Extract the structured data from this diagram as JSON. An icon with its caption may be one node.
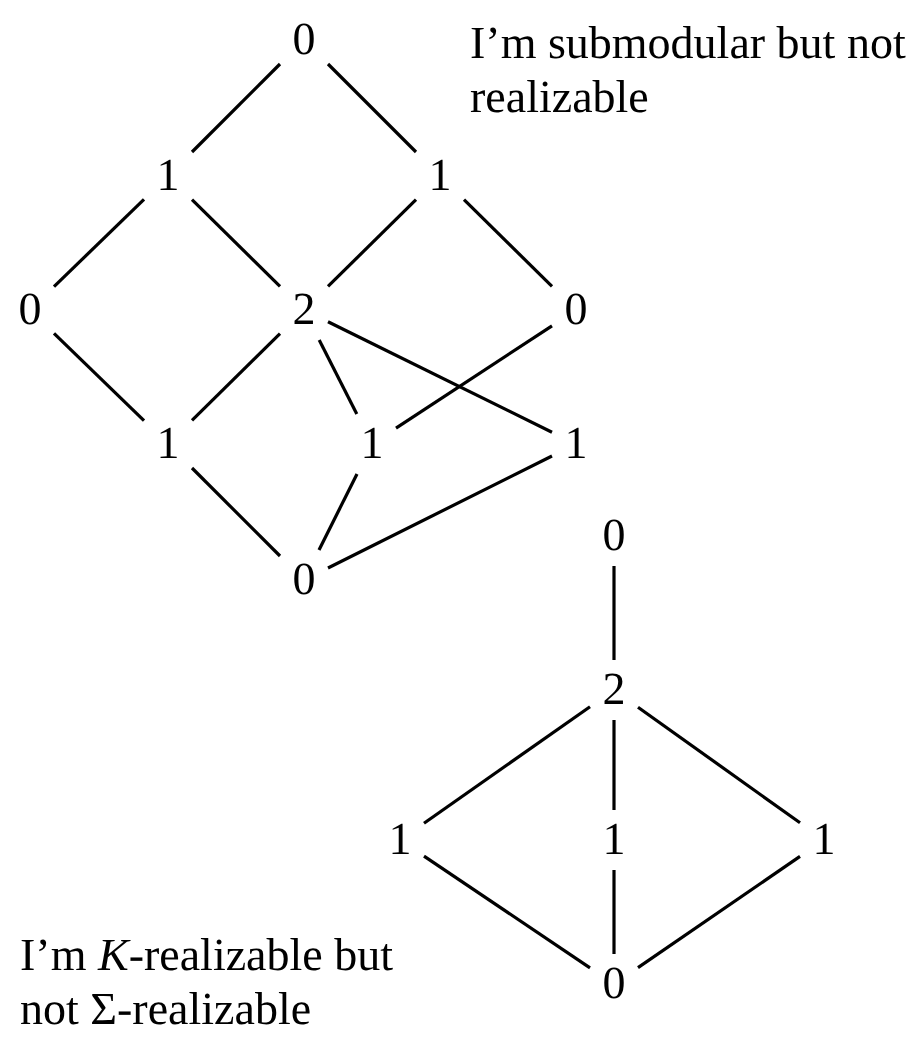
{
  "diagram": {
    "nodes": [
      {
        "text": [
          "0"
        ]
      },
      {
        "text": [
          "1"
        ]
      },
      {
        "text": [
          "1"
        ]
      },
      {
        "text": [
          "0"
        ]
      },
      {
        "text": [
          "2"
        ]
      },
      {
        "text": [
          "0"
        ]
      },
      {
        "text": [
          "1"
        ]
      },
      {
        "text": [
          "1"
        ]
      },
      {
        "text": [
          "1"
        ]
      },
      {
        "text": [
          "0"
        ]
      },
      {
        "text": [
          "0"
        ]
      },
      {
        "text": [
          "2"
        ]
      },
      {
        "text": [
          "1"
        ]
      },
      {
        "text": [
          "1"
        ]
      },
      {
        "text": [
          "1"
        ]
      },
      {
        "text": [
          "0"
        ]
      }
    ],
    "edges": [
      {
        "from": 0,
        "to": 1,
        "arrow": "none"
      },
      {
        "from": 0,
        "to": 2,
        "arrow": "none"
      },
      {
        "from": 1,
        "to": 3,
        "arrow": "none"
      },
      {
        "from": 1,
        "to": 4,
        "arrow": "none"
      },
      {
        "from": 2,
        "to": 4,
        "arrow": "none"
      },
      {
        "from": 2,
        "to": 5,
        "arrow": "none"
      },
      {
        "from": 3,
        "to": 6,
        "arrow": "none"
      },
      {
        "from": 4,
        "to": 6,
        "arrow": "none"
      },
      {
        "from": 4,
        "to": 7,
        "arrow": "none"
      },
      {
        "from": 4,
        "to": 8,
        "arrow": "none"
      },
      {
        "from": 5,
        "to": 7,
        "arrow": "none"
      },
      {
        "from": 6,
        "to": 9,
        "arrow": "none"
      },
      {
        "from": 7,
        "to": 9,
        "arrow": "none"
      },
      {
        "from": 8,
        "to": 9,
        "arrow": "none"
      },
      {
        "from": 10,
        "to": 11,
        "arrow": "none"
      },
      {
        "from": 11,
        "to": 12,
        "arrow": "none"
      },
      {
        "from": 11,
        "to": 13,
        "arrow": "none"
      },
      {
        "from": 11,
        "to": 14,
        "arrow": "none"
      },
      {
        "from": 12,
        "to": 15,
        "arrow": "none"
      },
      {
        "from": 13,
        "to": 15,
        "arrow": "none"
      },
      {
        "from": 14,
        "to": 15,
        "arrow": "none"
      }
    ],
    "labels": [
      "I’m submodular but not realizable",
      "I’m *K*-realizable but not Σ-realizable"
    ]
  }
}
